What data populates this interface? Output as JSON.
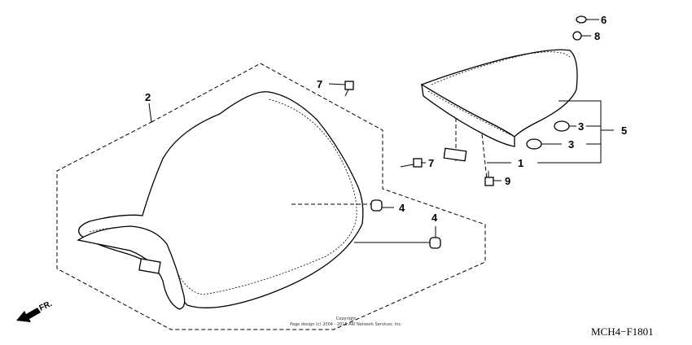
{
  "diagram": {
    "drawing_code": "MCH4−F1801",
    "front_marker": "FR.",
    "copyright": {
      "line1": "Copyright",
      "line2": "Page design (c) 2004 - 2015 ARI Network Services, Inc."
    },
    "callouts": {
      "seat": "2",
      "rear_seat_assy": "1",
      "rear_seat_set": "5",
      "rubber_upper": "3",
      "rubber_lower": "3",
      "cushion_a": "4",
      "cushion_b": "4",
      "screw_6": "6",
      "washer_8": "8",
      "bolt_7_top": "7",
      "bolt_7_mid": "7",
      "bolt_9": "9"
    }
  }
}
